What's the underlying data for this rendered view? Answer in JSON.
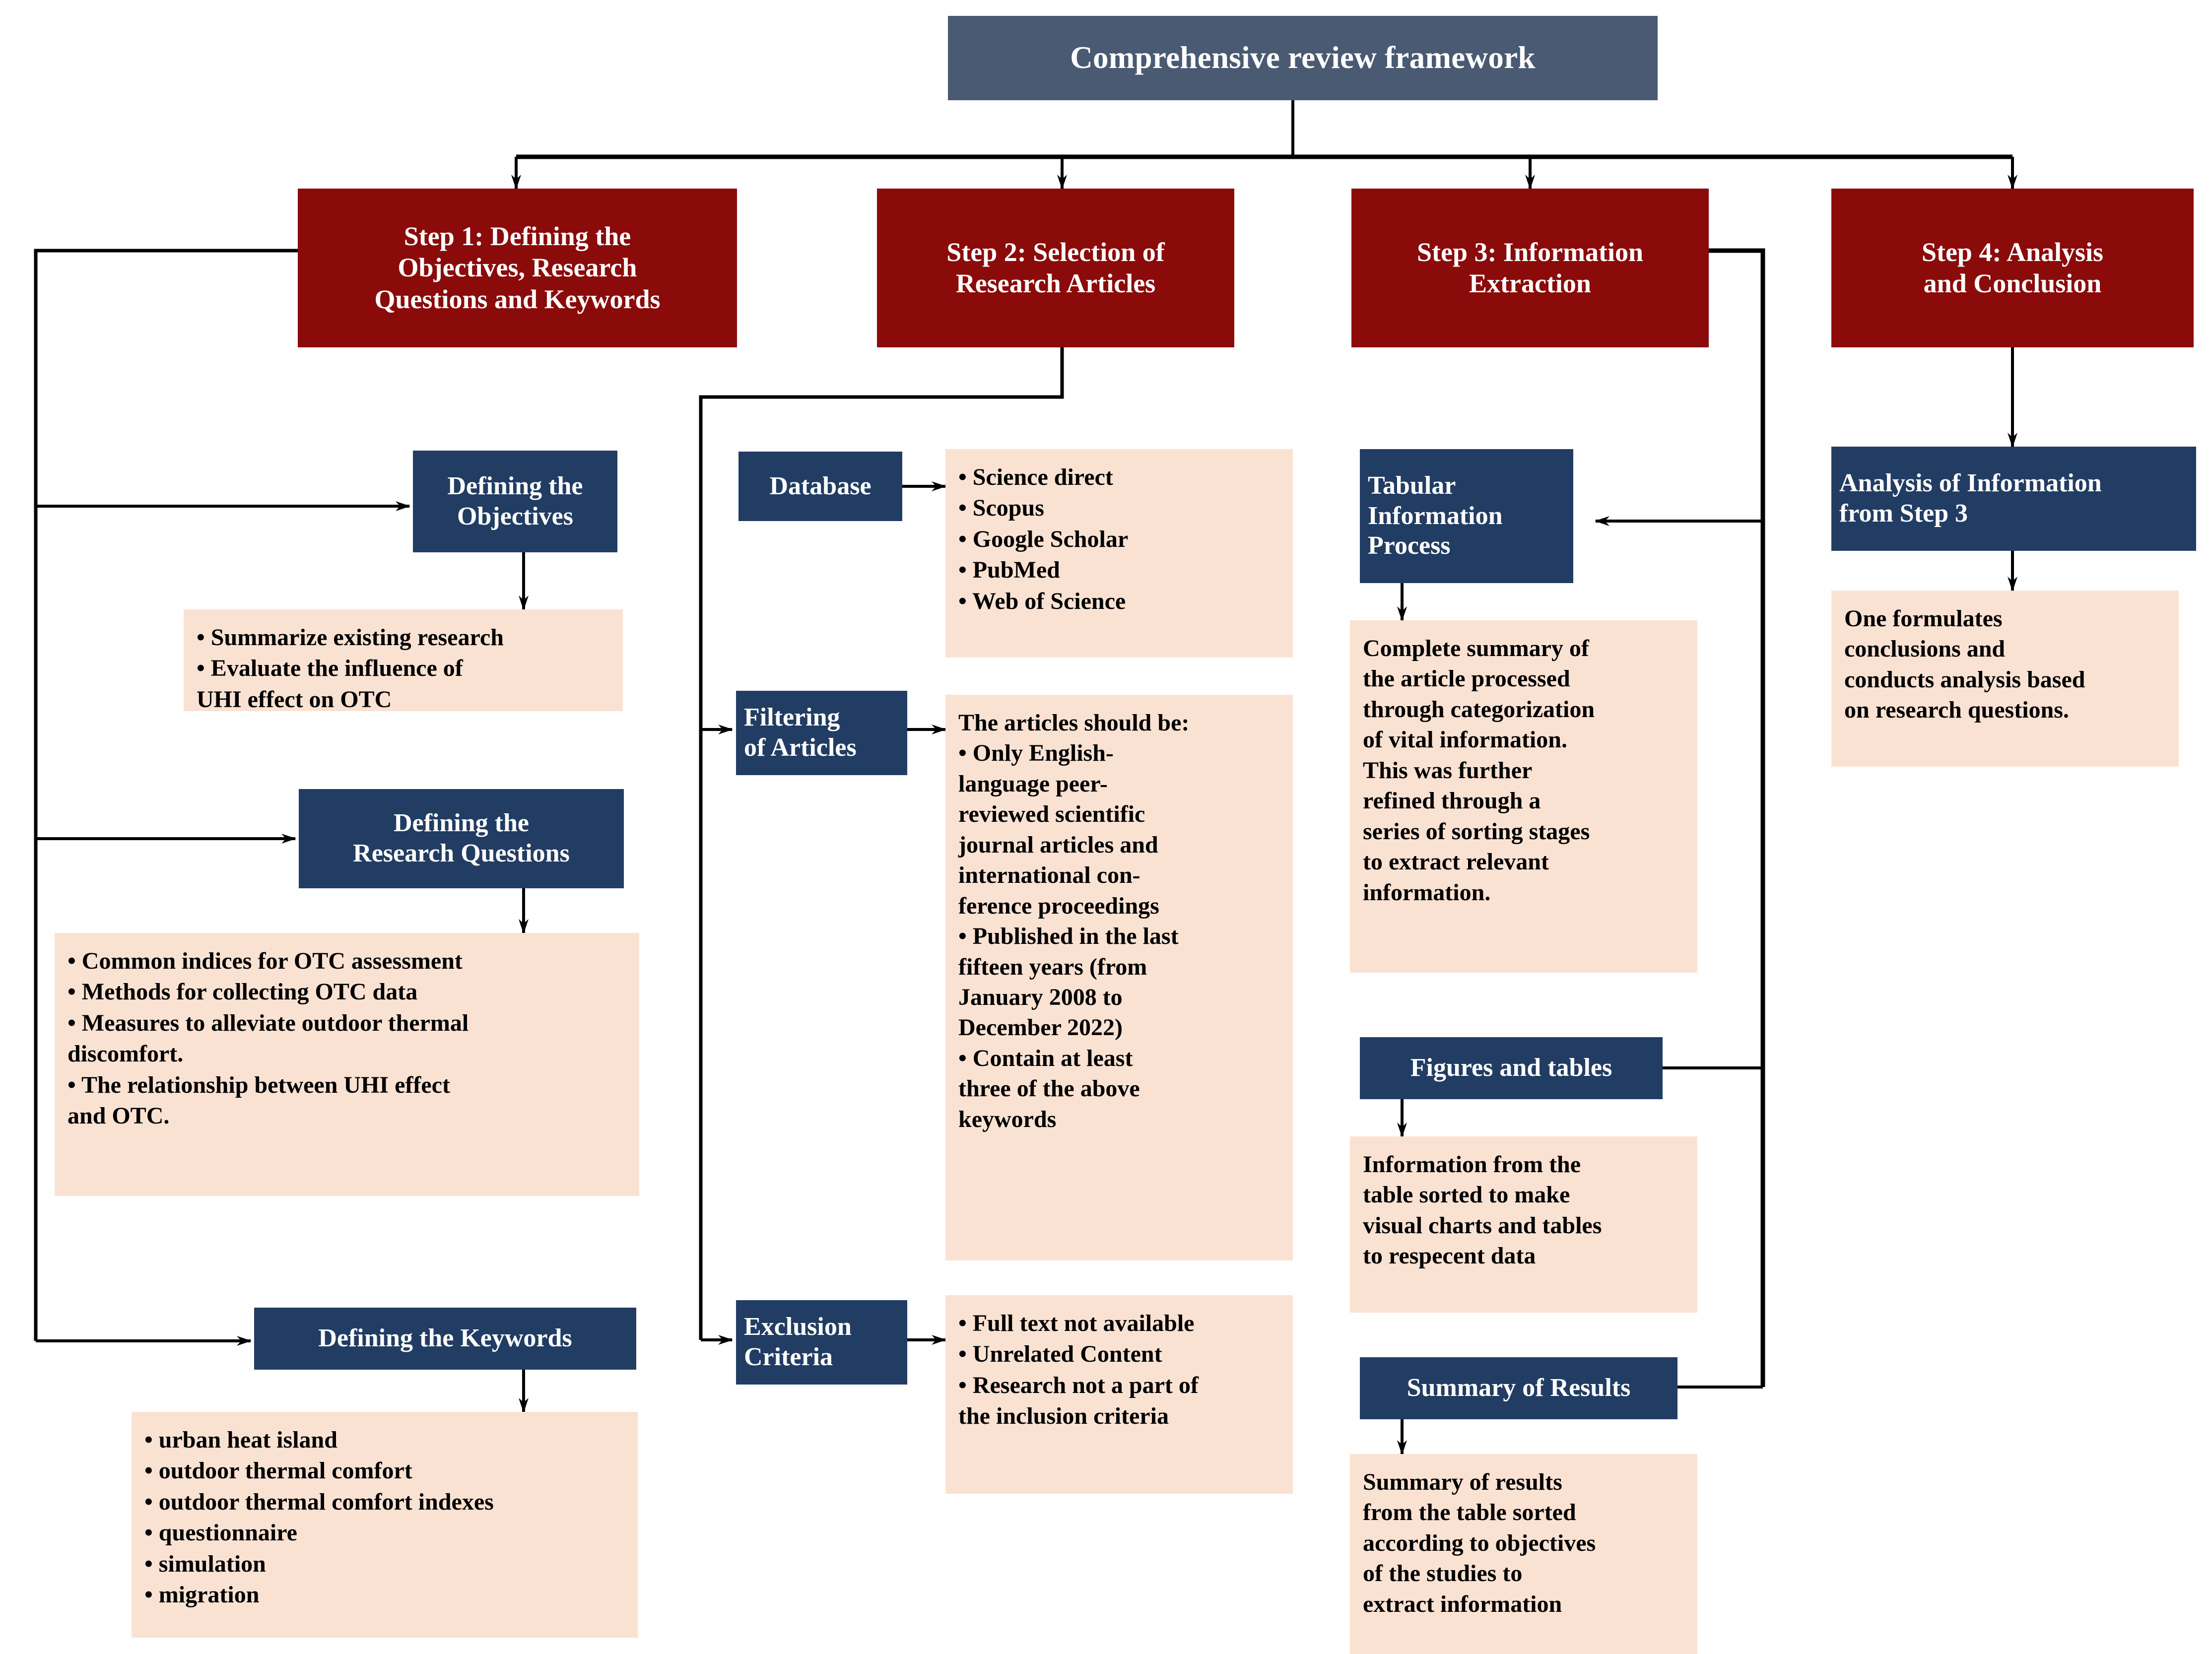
{
  "title": {
    "label": "Comprehensive review framework"
  },
  "steps": [
    {
      "id": "step1",
      "label": "Step 1: Defining the\nObjectives, Research\nQuestions and Keywords"
    },
    {
      "id": "step2",
      "label": "Step 2: Selection of\nResearch Articles"
    },
    {
      "id": "step3",
      "label": "Step 3: Information\nExtraction"
    },
    {
      "id": "step4",
      "label": "Step 4: Analysis\nand Conclusion"
    }
  ],
  "column1": {
    "objectives_heading": "Defining the\nObjectives",
    "objectives_body": "• Summarize existing research\n• Evaluate the influence of\nUHI effect on OTC",
    "questions_heading": "Defining the\nResearch Questions",
    "questions_body": "• Common indices for OTC assessment\n• Methods for collecting OTC data\n• Measures to alleviate outdoor thermal\ndiscomfort.\n• The relationship between UHI effect\nand OTC.",
    "keywords_heading": "Defining the Keywords",
    "keywords_body": "• urban heat island\n• outdoor thermal comfort\n• outdoor thermal comfort indexes\n• questionnaire\n• simulation\n• migration"
  },
  "column2": {
    "database_heading": "Database",
    "database_body": "• Science direct\n• Scopus\n• Google Scholar\n• PubMed\n• Web of Science",
    "filtering_heading": "Filtering\nof Articles",
    "filtering_body": "The articles should be:\n• Only English-\nlanguage peer-\nreviewed scientific\njournal articles and\ninternational con-\nference proceedings\n• Published in the last\nfifteen years (from\nJanuary 2008 to\nDecember 2022)\n• Contain at least\nthree of the above\nkeywords",
    "exclusion_heading": "Exclusion\nCriteria",
    "exclusion_body": "• Full text not available\n• Unrelated Content\n• Research not a part of\nthe inclusion criteria"
  },
  "column3": {
    "tabular_heading": "Tabular\nInformation\nProcess",
    "tabular_body": "Complete summary of\nthe article processed\nthrough categorization\nof vital information.\nThis was further\nrefined through a\nseries of sorting stages\nto extract relevant\ninformation.",
    "figures_heading": "Figures and tables",
    "figures_body": "Information from the\ntable sorted to make\nvisual charts and tables\nto respecent data",
    "summary_heading": "Summary of Results",
    "summary_body": "Summary of results\nfrom the table sorted\naccording to objectives\nof the studies to\nextract information"
  },
  "column4": {
    "analysis_heading": "Analysis of Information\nfrom Step 3",
    "analysis_body": "One formulates\nconclusions and\nconducts analysis based\non research questions."
  },
  "colors": {
    "title_bg": "#4A5A73",
    "step_bg": "#8B0B0B",
    "navy_bg": "#223D63",
    "peach_bg": "#FAE2D3",
    "connector": "#000000",
    "text_light": "#FFFFFF",
    "text_dark": "#000000"
  }
}
